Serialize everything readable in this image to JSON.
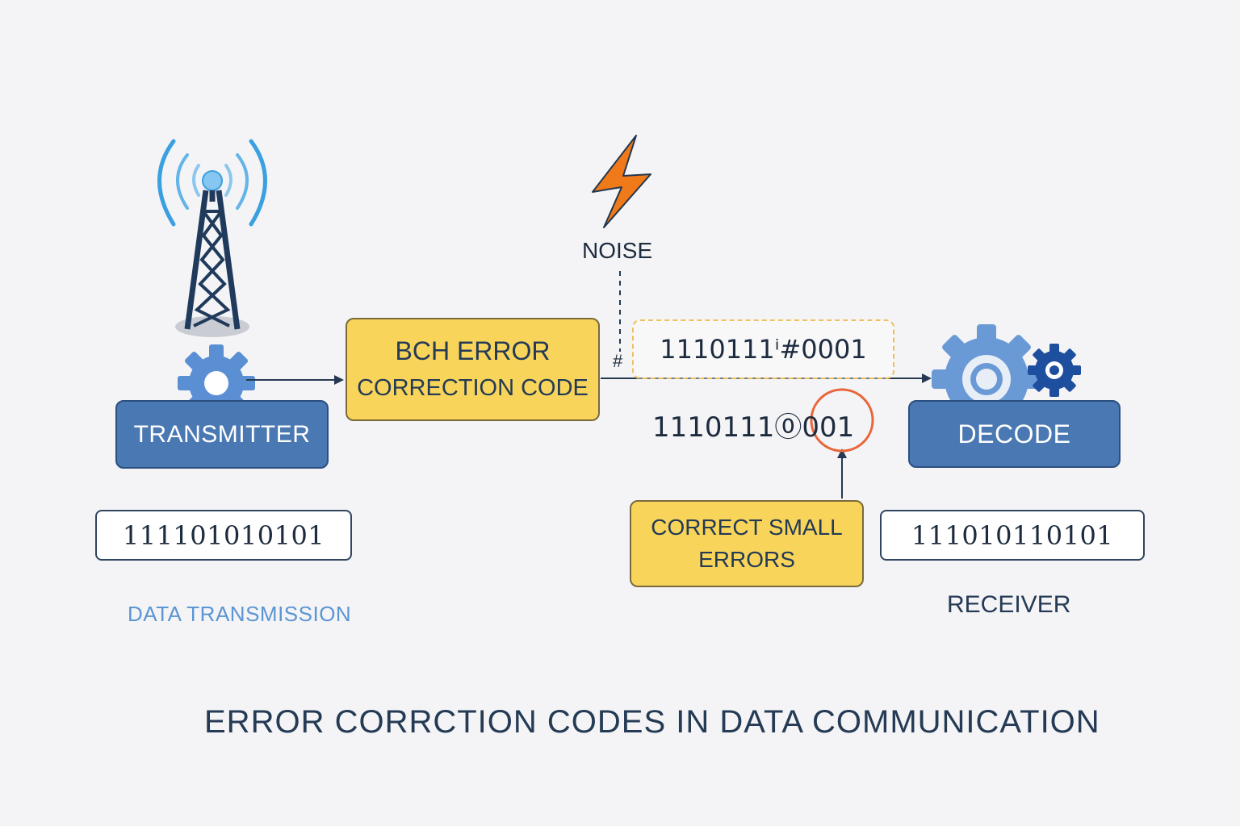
{
  "noise": {
    "label": "NOISE",
    "marker": "#"
  },
  "transmitter": {
    "label": "TRANSMITTER",
    "bits": "111101010101",
    "caption": "DATA TRANSMISSION"
  },
  "encoder": {
    "line1": "BCH ERROR",
    "line2": "CORRECTION CODE"
  },
  "channel": {
    "noisy_bits": "1110111ⁱ#0001",
    "corrected_bits": "1110111⓪001"
  },
  "correction": {
    "line1": "CORRECT SMALL",
    "line2": "ERRORS"
  },
  "receiver": {
    "decode_label": "DECODE",
    "bits": "111010110101",
    "caption": "RECEIVER"
  },
  "title": "ERROR CORRCTION CODES IN DATA COMMUNICATION",
  "colors": {
    "blue_box": "#4a78b3",
    "yellow_box": "#f8d55a",
    "noise_bolt": "#f07a1a",
    "error_circle": "#e8663a",
    "signal_waves": "#3a9ad9",
    "tower": "#203a5c",
    "caption_blue": "#5b95d3"
  },
  "icons": [
    "radio-tower-icon",
    "gear-icon",
    "lightning-bolt-icon",
    "gears-icon"
  ]
}
